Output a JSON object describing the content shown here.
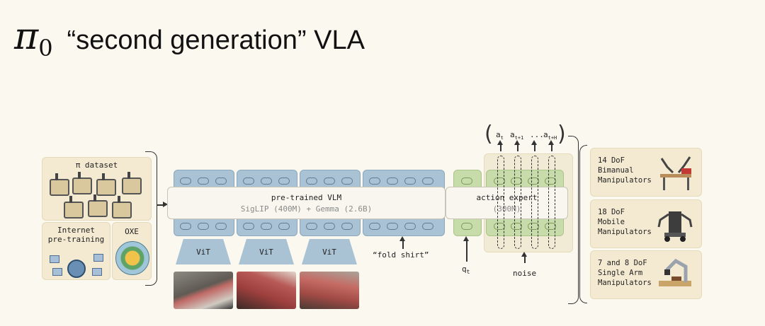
{
  "slide": {
    "title_pi": "π",
    "title_sub": "0",
    "title_text": "“second generation” VLA"
  },
  "datasets": {
    "pi_dataset": "π dataset",
    "internet": "Internet\npre-training",
    "oxe": "OXE"
  },
  "vlm": {
    "title": "pre-trained VLM",
    "subtitle": "SigLIP (400M) + Gemma (2.6B)"
  },
  "vit_label": "ViT",
  "prompt": "“fold shirt”",
  "action_expert": {
    "title": "action expert",
    "subtitle": "(300M)"
  },
  "state_label": "q",
  "state_sub": "t",
  "noise_label": "noise",
  "actions": {
    "a0": "a",
    "a0_sub": "t",
    "a1": "a",
    "a1_sub": "t+1",
    "ellipsis": "...",
    "aH": "a",
    "aH_sub": "t+H"
  },
  "robots": [
    {
      "label": "14 DoF\nBimanual\nManipulators"
    },
    {
      "label": "18 DoF\nMobile\nManipulators"
    },
    {
      "label": "7 and 8 DoF\nSingle Arm\nManipulators"
    }
  ]
}
